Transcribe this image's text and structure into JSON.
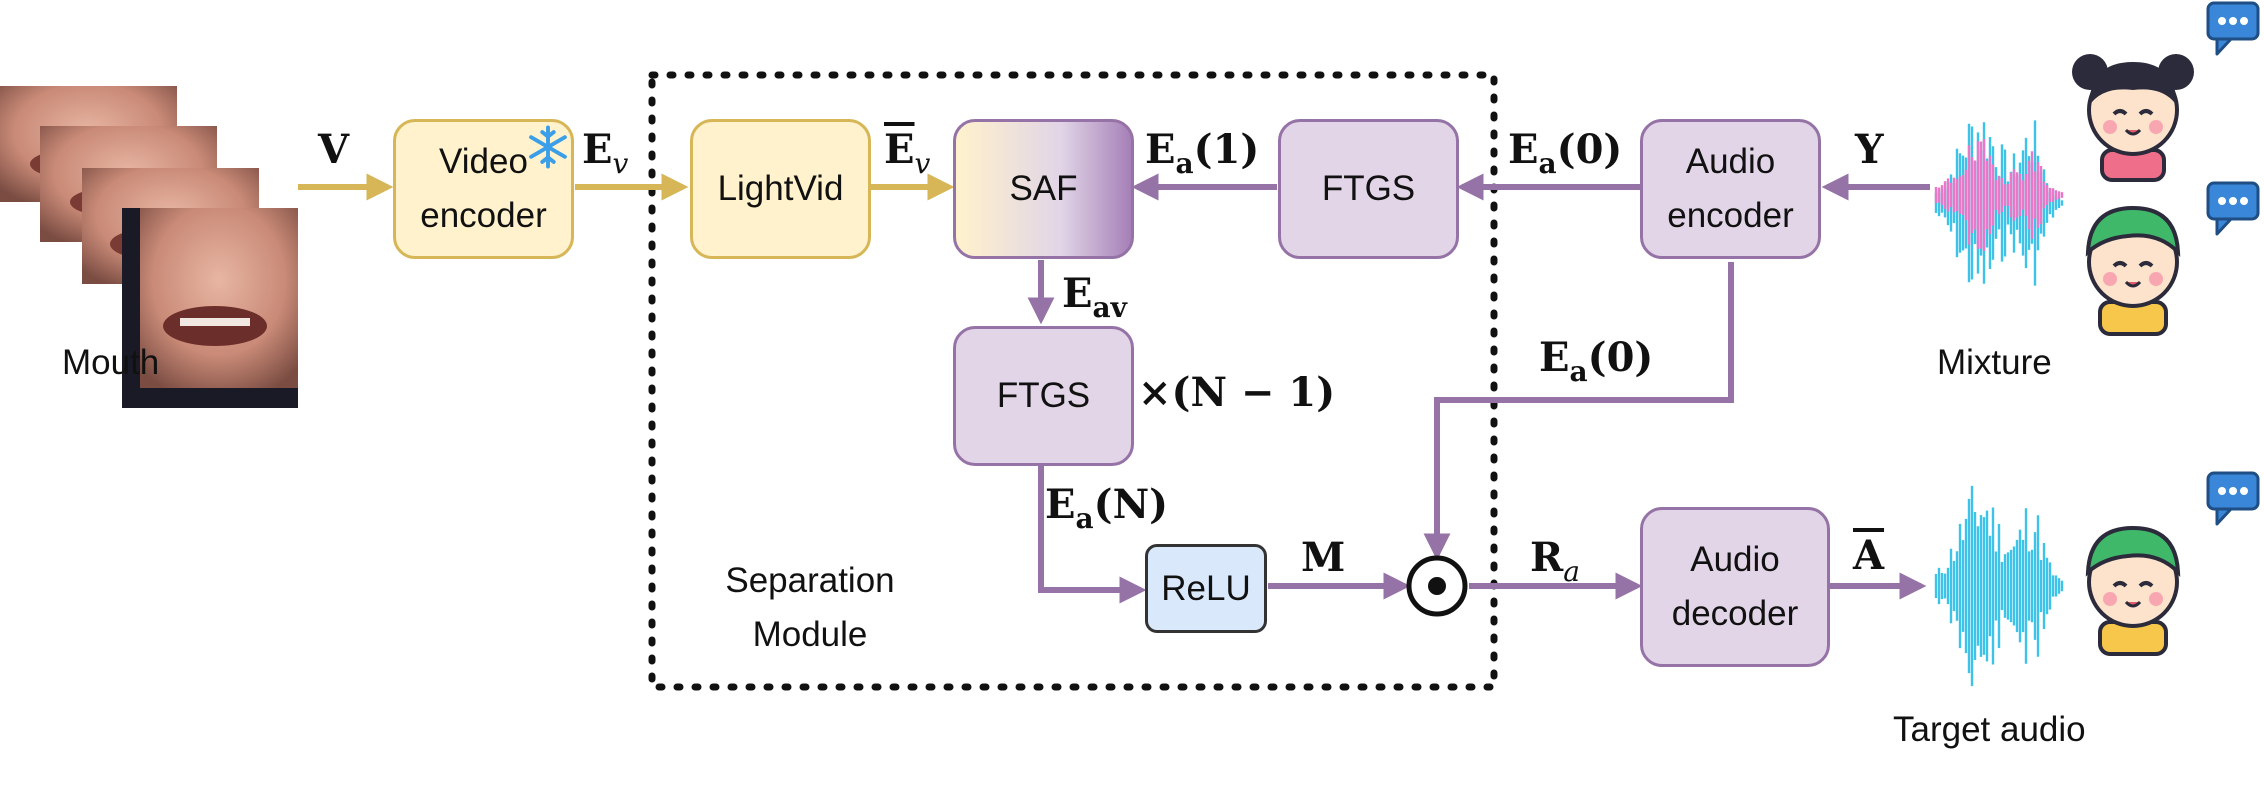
{
  "boxes": {
    "video_encoder": "Video encoder",
    "lightvid": "LightVid",
    "saf": "SAF",
    "ftgs_top": "FTGS",
    "audio_encoder": "Audio encoder",
    "ftgs_repeat": "FTGS",
    "relu": "ReLU",
    "audio_decoder": "Audio decoder"
  },
  "captions": {
    "mouth": "Mouth",
    "mixture": "Mixture",
    "target_audio": "Target audio",
    "separation_module": "Separation Module"
  },
  "math_labels": {
    "v": "V",
    "y": "Y",
    "m": "M",
    "a_bar": "A",
    "e_base": "E",
    "e_v_sub": "v",
    "e_a_sub": "a",
    "e_av_sub": "av",
    "r_base": "R",
    "r_sub": "a",
    "arg_1": "(1)",
    "arg_0": "(0)",
    "arg_n": "(N)",
    "repeat": "×(N − 1)"
  },
  "colors": {
    "video_path": "#d6b656",
    "audio_path": "#9673a6",
    "waveform_blue": "#3ec3e8",
    "waveform_pink": "#e879c8"
  },
  "icons": [
    "mouth-frames-image",
    "snowflake-icon",
    "girl-avatar-icon",
    "boy-avatar-icon",
    "speech-bubble-icon",
    "waveform-icon",
    "multiply-dot-icon"
  ]
}
